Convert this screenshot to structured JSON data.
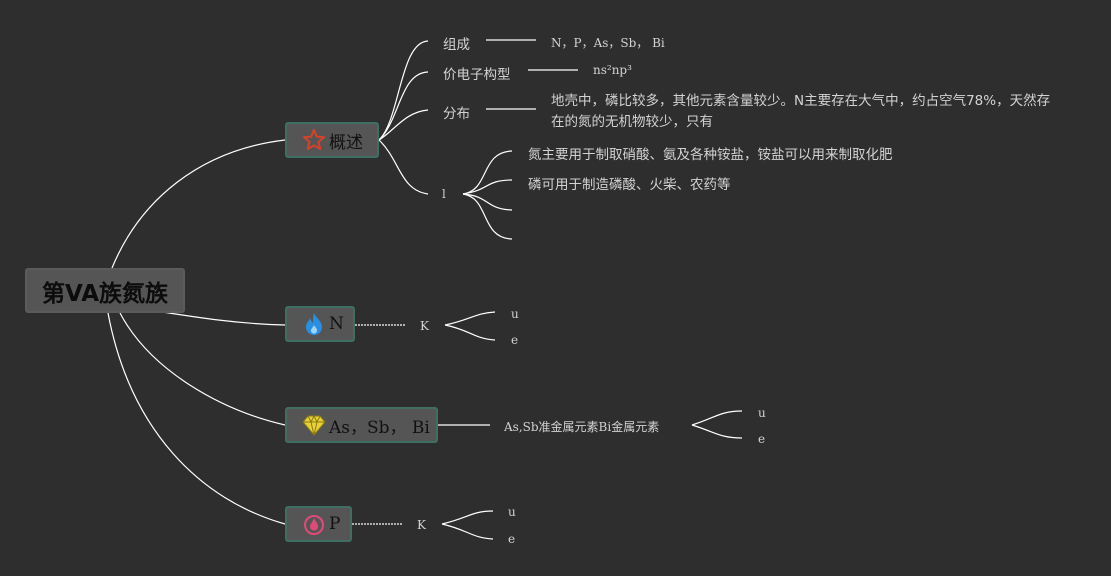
{
  "root": {
    "title": "第VA族氮族"
  },
  "overview": {
    "label": "概述",
    "icon": "star-icon",
    "composition": {
      "label": "组成",
      "value": "N，P，As，Sb， Bi"
    },
    "electron_config": {
      "label": "价电子构型",
      "value": "ns²np³"
    },
    "distribution": {
      "label": "分布",
      "value": "地壳中，磷比较多，其他元素含量较少。N主要存在大气中，约占空气78%，天然存在的氮的无机物较少，只有"
    },
    "uses": {
      "label": "l",
      "items": [
        "氮主要用于制取硝酸、氨及各种铵盐，铵盐可以用来制取化肥",
        "磷可用于制造磷酸、火柴、农药等",
        "",
        ""
      ]
    }
  },
  "n_branch": {
    "label": "N",
    "icon": "flame-icon",
    "child": "K",
    "leaves": [
      "u",
      "e"
    ]
  },
  "as_branch": {
    "label": "As，Sb， Bi",
    "icon": "diamond-icon",
    "child": "As,Sb准金属元素Bi金属元素",
    "leaves": [
      "u",
      "e"
    ]
  },
  "p_branch": {
    "label": "P",
    "icon": "fire-badge-icon",
    "child": "K",
    "leaves": [
      "u",
      "e"
    ]
  },
  "colors": {
    "background": "#2e2e2e",
    "node_fill": "#555555",
    "node_border": "#3f6f63",
    "line": "#ffffff",
    "star": "#d9412a",
    "flame": "#2a8fe0",
    "diamond": "#e8d23a",
    "fire_badge": "#e04a7a"
  }
}
